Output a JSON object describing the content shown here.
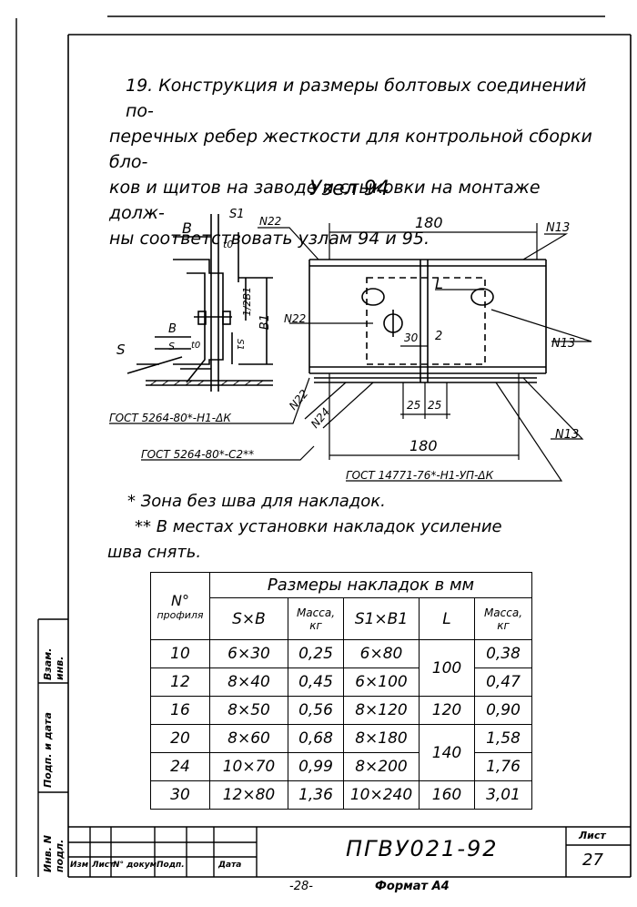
{
  "paragraph": {
    "line1": "19. Конструкция и размеры болтовых соединений по-",
    "line2": "перечных ребер жесткости для контрольной сборки бло-",
    "line3": "ков и щитов на заводе и стыковки на монтаже долж-",
    "line4": "ны соответствовать узлам 94 и 95."
  },
  "node_title": "Узел 94",
  "drawing": {
    "dim_top": "180",
    "dim_bottom": "180",
    "label_B": "B",
    "label_S1": "S1",
    "label_t0": "t0",
    "label_half_B1": "1/2B1",
    "label_B1": "B1",
    "label_S": "S",
    "label_B_small": "B",
    "label_S_small": "S",
    "label_t_small": "t0",
    "label_S1_small": "S1",
    "label_L": "L",
    "dim_30": "30",
    "dim_2": "2",
    "dim_25a": "25",
    "dim_25b": "25",
    "ref_N22_top": "N22",
    "ref_N22_left": "N22",
    "ref_N22_diag": "N22",
    "ref_N24": "N24",
    "ref_N13_top": "N13",
    "ref_N13_right": "N13",
    "ref_N13_bottom": "N13",
    "gost1": "ГОСТ 5264-80*-Н1-ΔК",
    "gost2": "ГОСТ 5264-80*-С2",
    "gost2_mark": "**",
    "gost3": "ГОСТ 14771-76*-Н1-УП-ΔК"
  },
  "notes": {
    "note1": "* Зона без шва для накладок.",
    "note2": "** В местах установки накладок усиление",
    "note3": "шва снять."
  },
  "table": {
    "header_no_1": "N°",
    "header_no_2": "профиля",
    "header_span": "Размеры накладок  в мм",
    "col_sb": "S×B",
    "col_mass1_a": "Масса,",
    "col_mass1_b": "кг",
    "col_s1b1": "S1×B1",
    "col_L": "L",
    "col_mass2_a": "Масса,",
    "col_mass2_b": "кг",
    "rows": [
      {
        "no": "10",
        "sb": "6×30",
        "m1": "0,25",
        "s1b1": "6×80",
        "m2": "0,38"
      },
      {
        "no": "12",
        "sb": "8×40",
        "m1": "0,45",
        "s1b1": "6×100",
        "m2": "0,47"
      },
      {
        "no": "16",
        "sb": "8×50",
        "m1": "0,56",
        "s1b1": "8×120",
        "m2": "0,90"
      },
      {
        "no": "20",
        "sb": "8×60",
        "m1": "0,68",
        "s1b1": "8×180",
        "m2": "1,58"
      },
      {
        "no": "24",
        "sb": "10×70",
        "m1": "0,99",
        "s1b1": "8×200",
        "m2": "1,76"
      },
      {
        "no": "30",
        "sb": "12×80",
        "m1": "1,36",
        "s1b1": "10×240",
        "m2": "3,01"
      }
    ],
    "L_100": "100",
    "L_120": "120",
    "L_140": "140",
    "L_160": "160"
  },
  "stamp": {
    "code": "ПГВУ021-92",
    "sheet_label": "Лист",
    "sheet_no": "27",
    "col_izm": "Изм",
    "col_list": "Лист",
    "col_ndok": "N° докум.",
    "col_podp": "Подп.",
    "col_data": "Дата"
  },
  "side_labels": {
    "inv": "Инв. N подл.",
    "podp": "Подп. и дата",
    "vzam": "Взам. инв."
  },
  "footer": {
    "page": "-28-",
    "format": "Формат А4"
  }
}
